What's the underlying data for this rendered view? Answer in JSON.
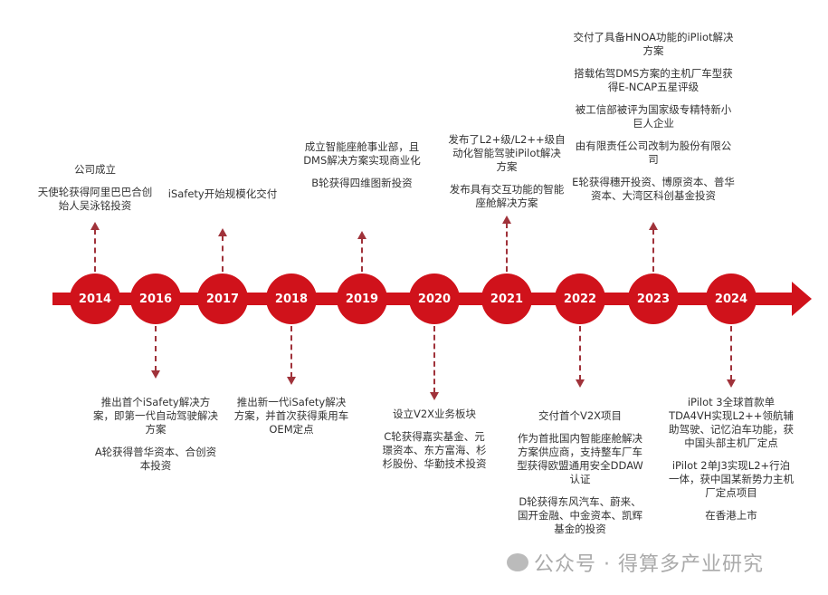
{
  "timeline": [
    {
      "year": "2014",
      "dir": "up",
      "events": [
        "公司成立",
        "天使轮获得阿里巴巴合创始人吴泳铭投资"
      ]
    },
    {
      "year": "2016",
      "dir": "down",
      "events": [
        "推出首个iSafety解决方案，即第一代自动驾驶解决方案",
        "A轮获得普华资本、合创资本投资"
      ]
    },
    {
      "year": "2017",
      "dir": "up",
      "events": [
        "iSafety开始规模化交付"
      ]
    },
    {
      "year": "2018",
      "dir": "down",
      "events": [
        "推出新一代iSafety解决方案，并首次获得乘用车OEM定点"
      ]
    },
    {
      "year": "2019",
      "dir": "up",
      "events": [
        "成立智能座舱事业部，且DMS解决方案实现商业化",
        "B轮获得四维图新投资"
      ]
    },
    {
      "year": "2020",
      "dir": "down",
      "events": [
        "设立V2X业务板块",
        "C轮获得嘉实基金、元璟资本、东方富海、杉杉股份、华勤技术投资"
      ]
    },
    {
      "year": "2021",
      "dir": "up",
      "events": [
        "发布了L2+级/L2++级自动化智能驾驶iPilot解决方案",
        "发布具有交互功能的智能座舱解决方案"
      ]
    },
    {
      "year": "2022",
      "dir": "down",
      "events": [
        "交付首个V2X项目",
        "作为首批国内智能座舱解决方案供应商，支持整车厂车型获得欧盟通用安全DDAW认证",
        "D轮获得东风汽车、蔚来、国开金融、中金资本、凯辉基金的投资"
      ]
    },
    {
      "year": "2023",
      "dir": "up",
      "events": [
        "交付了具备HNOA功能的iPliot解决方案",
        "搭载佑驾DMS方案的主机厂车型获得E-NCAP五星评级",
        "被工信部被评为国家级专精特新小巨人企业",
        "由有限责任公司改制为股份有限公司",
        "E轮获得穗开投资、博原资本、普华资本、大湾区科创基金投资"
      ]
    },
    {
      "year": "2024",
      "dir": "down",
      "events": [
        "iPilot 3全球首款单TDA4VH实现L2++领航辅助驾驶、记忆泊车功能，获中国头部主机厂定点",
        "iPilot 2单J3实现L2+行泊一体，获中国某新势力主机厂定点项目",
        "在香港上市"
      ]
    }
  ],
  "watermark": "公众号 · 得算多产业研究",
  "colors": {
    "accent": "#d0121b"
  }
}
